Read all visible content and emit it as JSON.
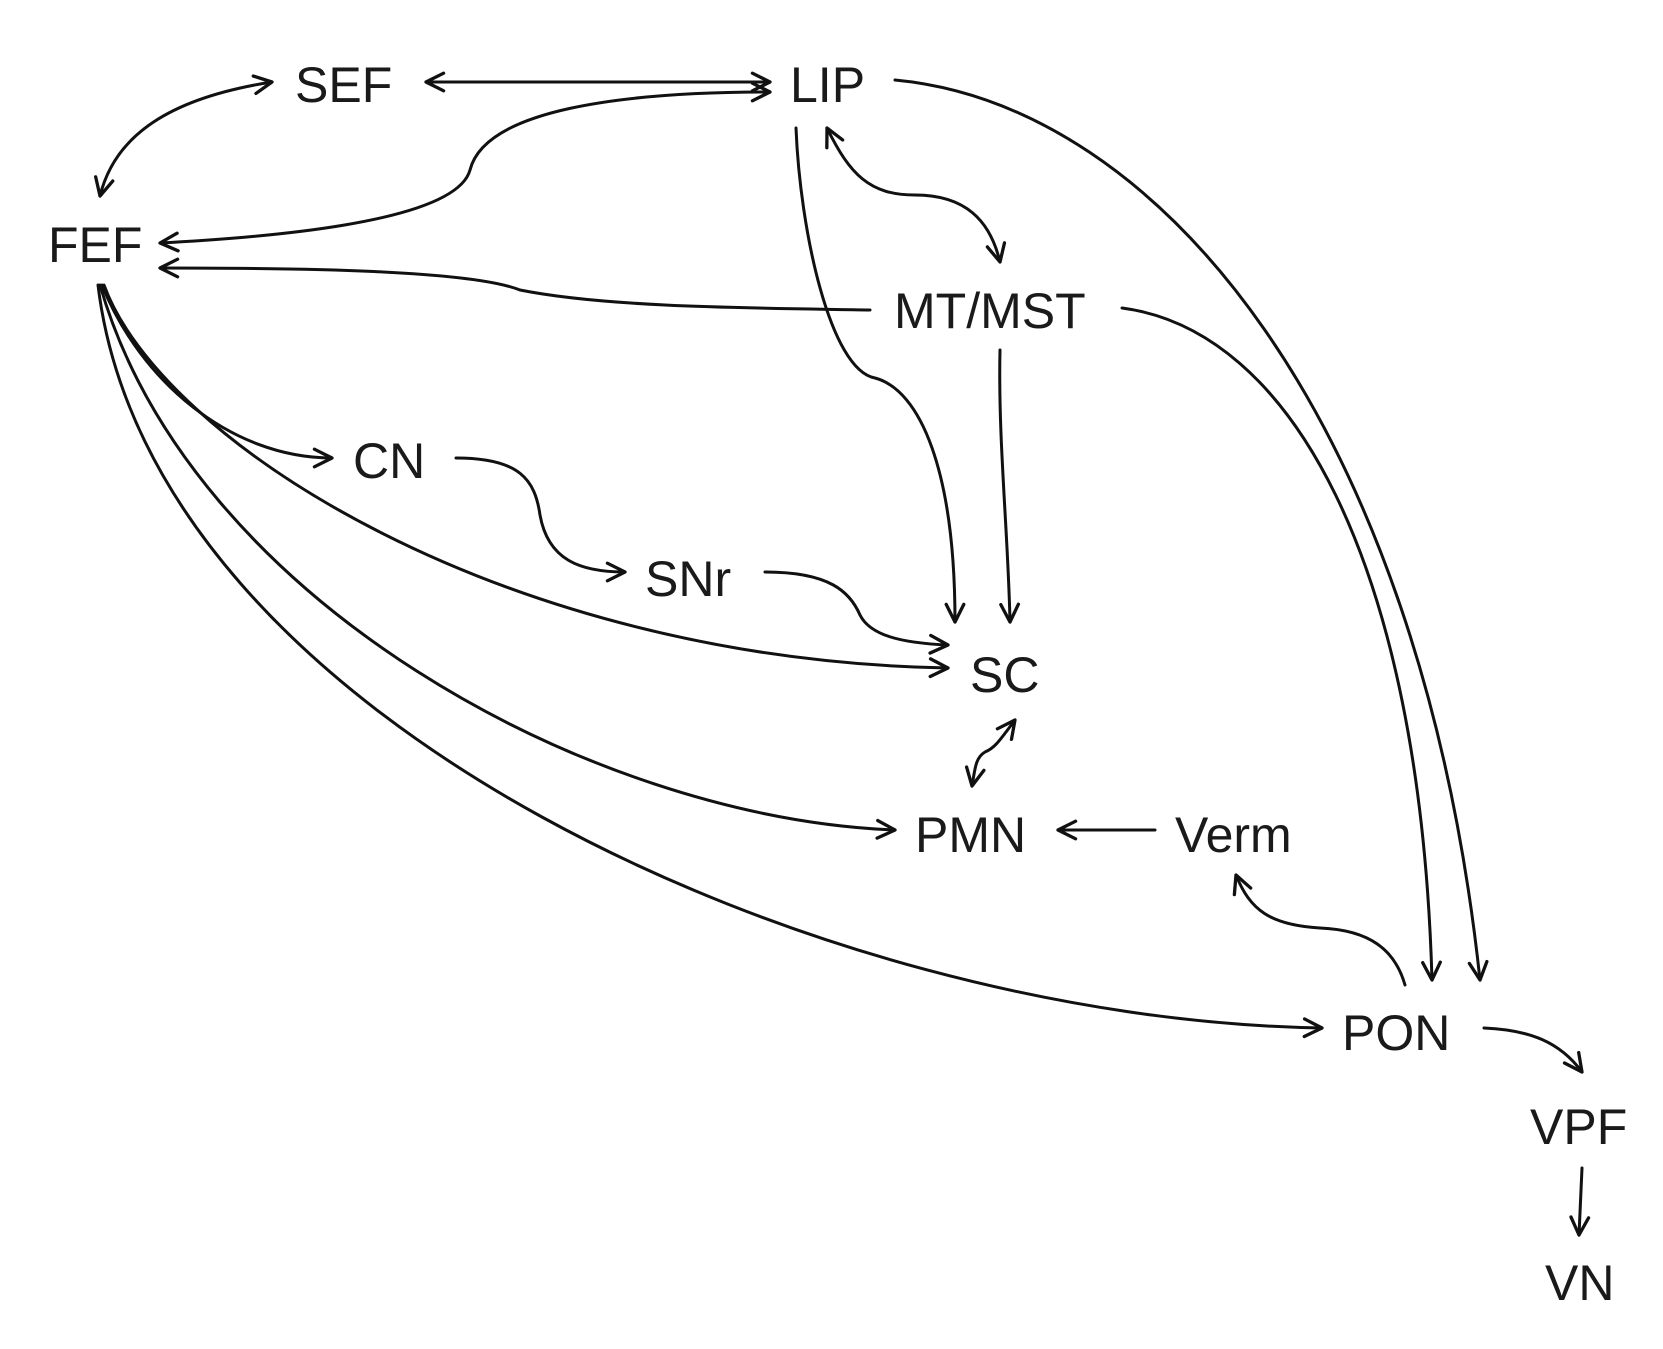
{
  "diagram": {
    "nodes": [
      {
        "id": "SEF",
        "label": "SEF"
      },
      {
        "id": "LIP",
        "label": "LIP"
      },
      {
        "id": "FEF",
        "label": "FEF"
      },
      {
        "id": "MTMST",
        "label": "MT/MST"
      },
      {
        "id": "CN",
        "label": "CN"
      },
      {
        "id": "SNr",
        "label": "SNr"
      },
      {
        "id": "SC",
        "label": "SC"
      },
      {
        "id": "PMN",
        "label": "PMN"
      },
      {
        "id": "Verm",
        "label": "Verm"
      },
      {
        "id": "PON",
        "label": "PON"
      },
      {
        "id": "VPF",
        "label": "VPF"
      },
      {
        "id": "VN",
        "label": "VN"
      }
    ],
    "edges": [
      {
        "from": "SEF",
        "to": "FEF",
        "bidirectional": true
      },
      {
        "from": "SEF",
        "to": "LIP",
        "bidirectional": true
      },
      {
        "from": "LIP",
        "to": "FEF",
        "bidirectional": true
      },
      {
        "from": "LIP",
        "to": "MTMST",
        "bidirectional": true
      },
      {
        "from": "MTMST",
        "to": "FEF",
        "bidirectional": false
      },
      {
        "from": "LIP",
        "to": "SC",
        "bidirectional": false
      },
      {
        "from": "LIP",
        "to": "PON",
        "bidirectional": false
      },
      {
        "from": "MTMST",
        "to": "SC",
        "bidirectional": false
      },
      {
        "from": "MTMST",
        "to": "PON",
        "bidirectional": false
      },
      {
        "from": "FEF",
        "to": "CN",
        "bidirectional": false
      },
      {
        "from": "CN",
        "to": "SNr",
        "bidirectional": false
      },
      {
        "from": "SNr",
        "to": "SC",
        "bidirectional": false
      },
      {
        "from": "FEF",
        "to": "SC",
        "bidirectional": false
      },
      {
        "from": "FEF",
        "to": "PMN",
        "bidirectional": false
      },
      {
        "from": "FEF",
        "to": "PON",
        "bidirectional": false
      },
      {
        "from": "SC",
        "to": "PMN",
        "bidirectional": true
      },
      {
        "from": "Verm",
        "to": "PMN",
        "bidirectional": false
      },
      {
        "from": "PON",
        "to": "Verm",
        "bidirectional": false
      },
      {
        "from": "PON",
        "to": "VPF",
        "bidirectional": false
      },
      {
        "from": "VPF",
        "to": "VN",
        "bidirectional": false
      }
    ]
  }
}
